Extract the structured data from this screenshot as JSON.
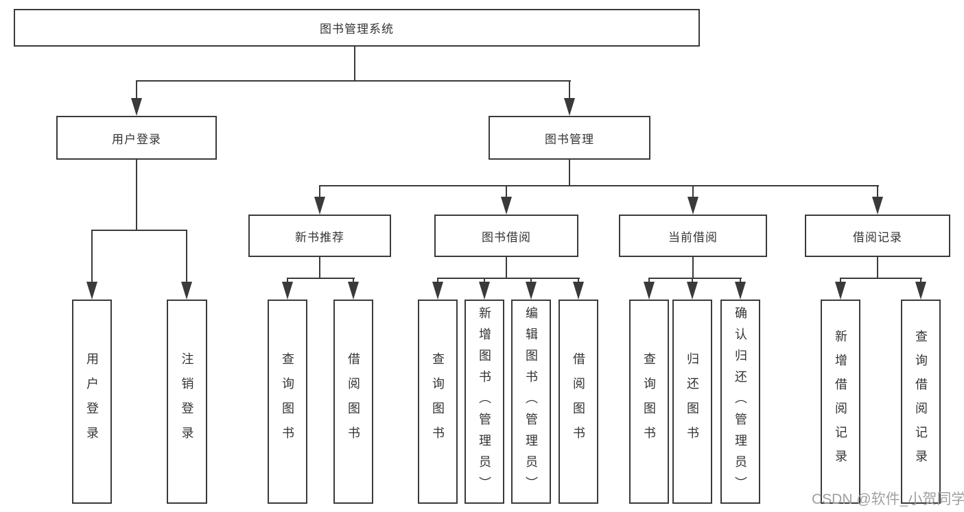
{
  "diagram": {
    "tree": {
      "label": "图书管理系统",
      "children": [
        {
          "label": "用户登录",
          "children": [
            {
              "label": "用户登录"
            },
            {
              "label": "注销登录"
            }
          ]
        },
        {
          "label": "图书管理",
          "children": [
            {
              "label": "新书推荐",
              "children": [
                {
                  "label": "查询图书"
                },
                {
                  "label": "借阅图书"
                }
              ]
            },
            {
              "label": "图书借阅",
              "children": [
                {
                  "label": "查询图书"
                },
                {
                  "label": "新增图书（管理员）"
                },
                {
                  "label": "编辑图书（管理员）"
                },
                {
                  "label": "借阅图书"
                }
              ]
            },
            {
              "label": "当前借阅",
              "children": [
                {
                  "label": "查询图书"
                },
                {
                  "label": "归还图书"
                },
                {
                  "label": "确认归还（管理员）"
                }
              ]
            },
            {
              "label": "借阅记录",
              "children": [
                {
                  "label": "新增借阅记录"
                },
                {
                  "label": "查询借阅记录"
                }
              ]
            }
          ]
        }
      ]
    }
  },
  "watermark": {
    "text": "CSDN @软件_小贺同学"
  },
  "colors": {
    "line": "#3a3a3a",
    "box_border": "#3a3a3a",
    "box_fill": "#ffffff",
    "text": "#333333",
    "watermark": "#a0a0a0",
    "background": "#ffffff"
  }
}
